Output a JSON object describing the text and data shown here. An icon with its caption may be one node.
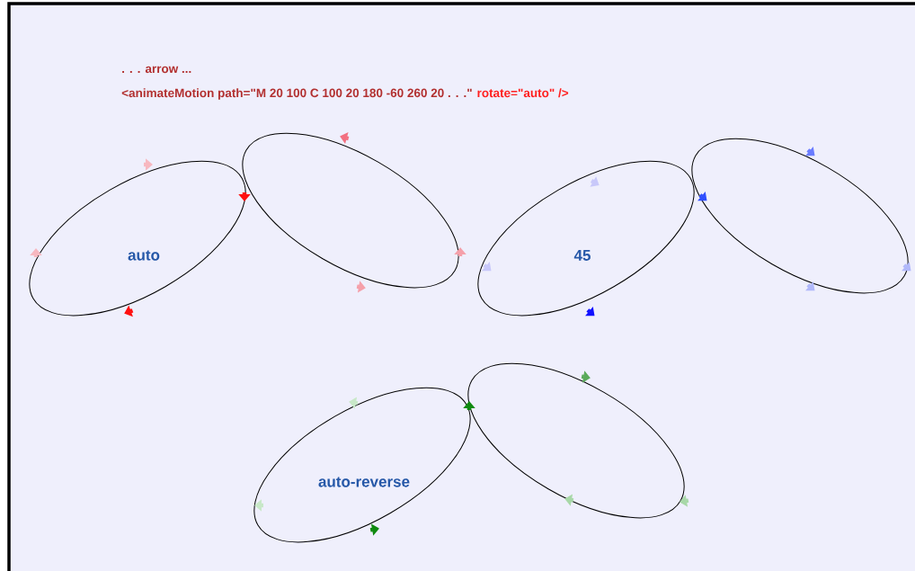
{
  "diagram": {
    "labels": [
      ". . . arrow ...",
      "<animateMotion path=\"M 20 100 C 100 20 180 -60 260 20 . . .\"",
      "rotate=\"auto\" />",
      "auto",
      "45",
      "auto-reverse"
    ]
  }
}
